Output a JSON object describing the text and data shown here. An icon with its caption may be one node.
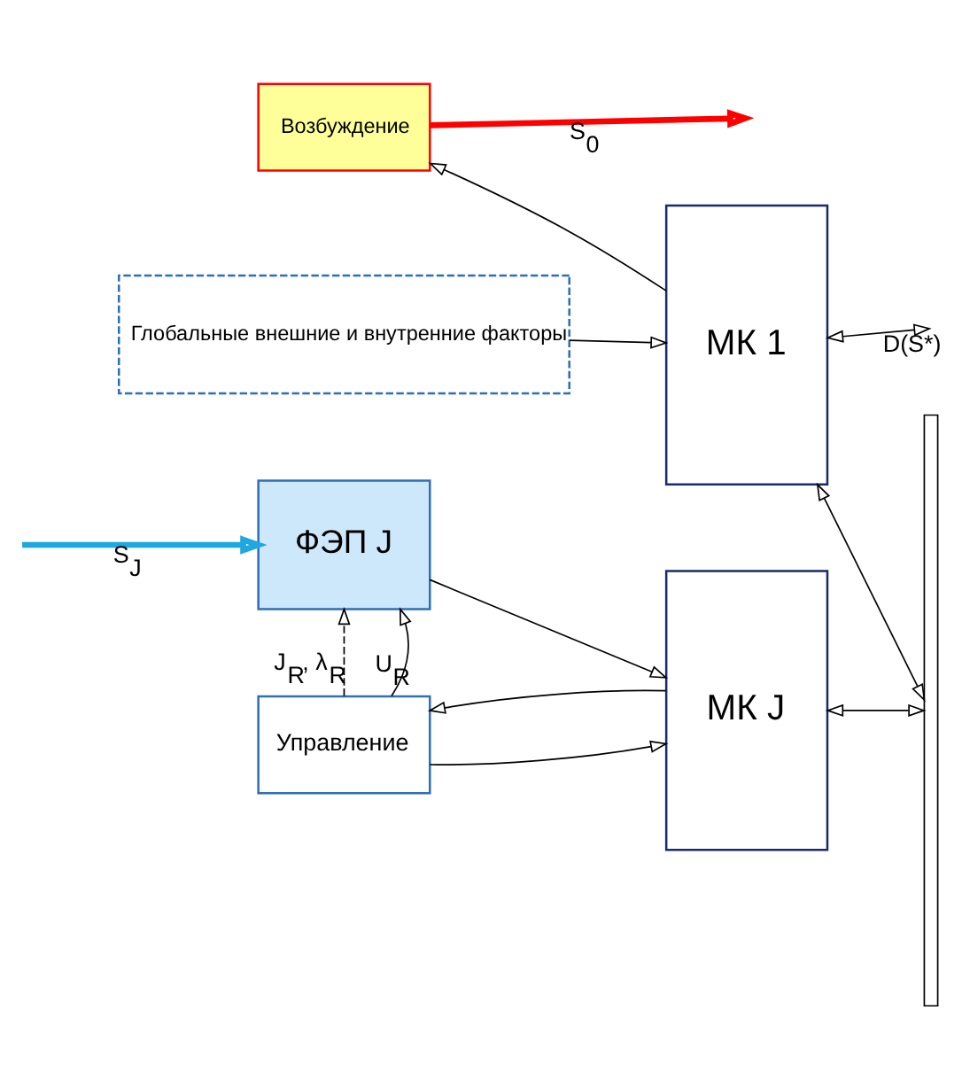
{
  "diagram": {
    "nodes": [
      {
        "text": [
          "Возбуждение"
        ]
      },
      {
        "text": [
          "МК 1"
        ]
      },
      {
        "text": [
          "Глобальные внешние и внутренние факторы"
        ]
      },
      {
        "text": [
          "ФЭП J"
        ]
      },
      {
        "text": [
          "МК J"
        ]
      },
      {
        "text": [
          "Управление"
        ]
      },
      {
        "text": [],
        "shape": "bar"
      }
    ],
    "edges": [
      {
        "from": 1,
        "to": 0,
        "arrow": "to"
      },
      {
        "from": 0,
        "to": null,
        "arrow": "to",
        "label": "S$_{0}$",
        "style": "thick",
        "color": "#ff0000"
      },
      {
        "from": 2,
        "to": 1,
        "arrow": "to"
      },
      {
        "from": 1,
        "to": null,
        "arrow": "both",
        "label": "D(S*)"
      },
      {
        "from": 1,
        "to": 6,
        "arrow": "both"
      },
      {
        "from": null,
        "to": 3,
        "arrow": "to",
        "label": "S$_{J}$",
        "style": "thick",
        "color": "#1fa8e0"
      },
      {
        "from": 3,
        "to": 4,
        "arrow": "to"
      },
      {
        "from": 5,
        "to": 3,
        "arrow": "to",
        "label": "U$_{R}$"
      },
      {
        "from": 5,
        "to": 3,
        "arrow": "to",
        "label": "J$_{R}$, λ$_{R}$",
        "style": "dashed"
      },
      {
        "from": 4,
        "to": 5,
        "arrow": "to"
      },
      {
        "from": 5,
        "to": 4,
        "arrow": "to"
      },
      {
        "from": 4,
        "to": 6,
        "arrow": "both"
      }
    ]
  }
}
